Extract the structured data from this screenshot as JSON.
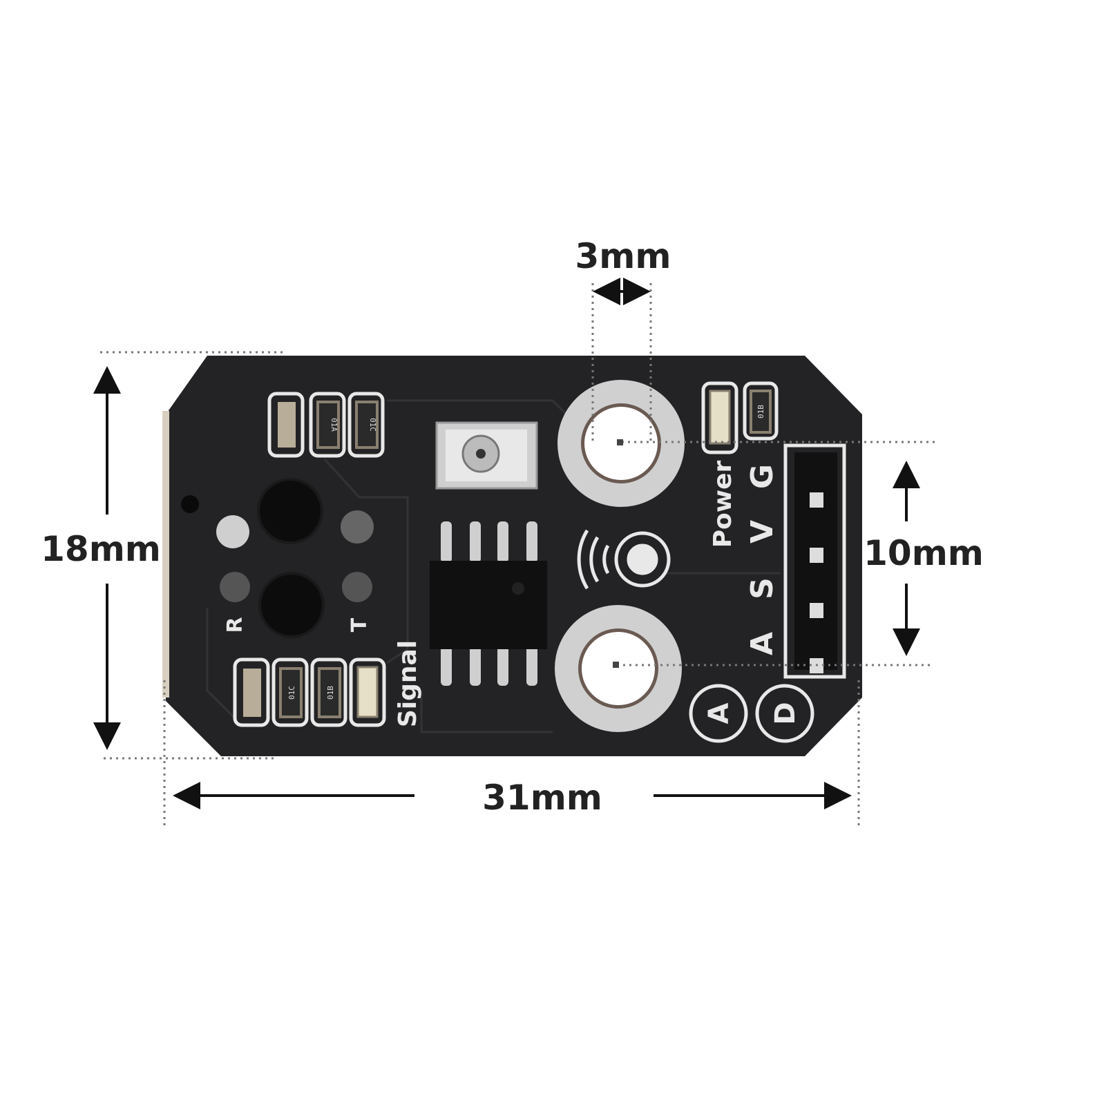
{
  "dimensions": {
    "hole_diameter": "3mm",
    "board_height": "18mm",
    "hole_spacing": "10mm",
    "board_width": "31mm"
  },
  "silkscreen": {
    "receiver": "R",
    "transmitter": "T",
    "signal": "Signal",
    "power": "Power",
    "pin_g": "G",
    "pin_v": "V",
    "pin_s": "S",
    "pin_a": "A",
    "mode_analog": "A",
    "mode_digital": "D"
  },
  "resistor_codes": {
    "top": [
      "01A",
      "01C"
    ],
    "bottom": [
      "01C",
      "01B"
    ],
    "power": "01B"
  },
  "colors": {
    "board": "#232325",
    "silk": "#e8e8e8",
    "dimension": "#222222"
  }
}
